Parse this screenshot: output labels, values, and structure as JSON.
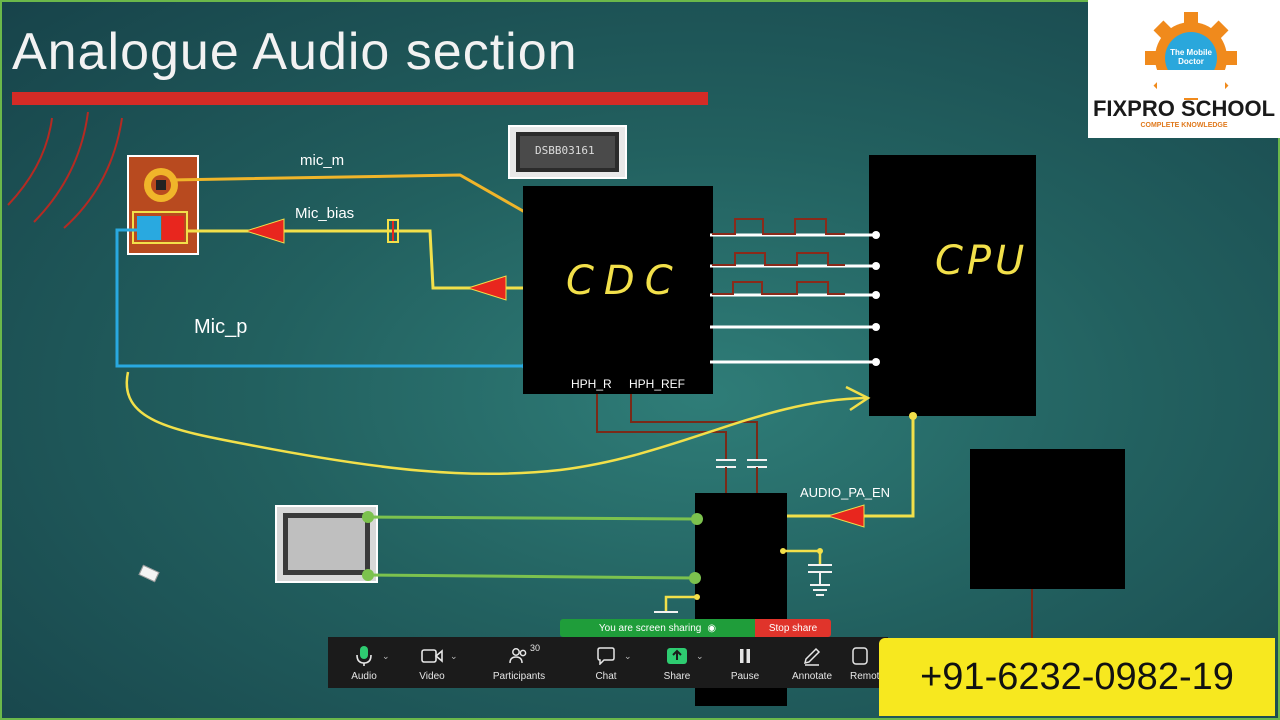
{
  "slide": {
    "title": "Analogue Audio section",
    "labels": {
      "mic_m": "mic_m",
      "mic_bias": "Mic_bias",
      "mic_p": "Mic_p",
      "hph_r": "HPH_R",
      "hph_ref": "HPH_REF",
      "audio_pa_en": "AUDIO_PA_EN",
      "codec": "CDC",
      "cpu": "CPU",
      "chip_marking": "DSBB03161"
    }
  },
  "logo": {
    "gear_text": "The Mobile Doctor",
    "name": "FIXPRO SCHOOL",
    "tagline": "COMPLETE KNOWLEDGE"
  },
  "share": {
    "status": "You are screen sharing",
    "stop": "Stop share"
  },
  "toolbar": {
    "audio": "Audio",
    "video": "Video",
    "participants": "Participants",
    "participant_count": "30",
    "chat": "Chat",
    "share": "Share",
    "pause": "Pause",
    "annotate": "Annotate",
    "remote": "Remote"
  },
  "phone": "+91-6232-0982-19",
  "colors": {
    "wire_yellow": "#f2e04a",
    "wire_orange": "#f0b52a",
    "wire_blue": "#29a9e0",
    "wire_green": "#7cc24e",
    "wire_brown": "#7a2a18",
    "arrow_red": "#e8261e",
    "title_bar_red": "#d42b26",
    "share_green": "#1f9d3a",
    "stop_red": "#e0342b",
    "phone_bg": "#f7e81f"
  }
}
